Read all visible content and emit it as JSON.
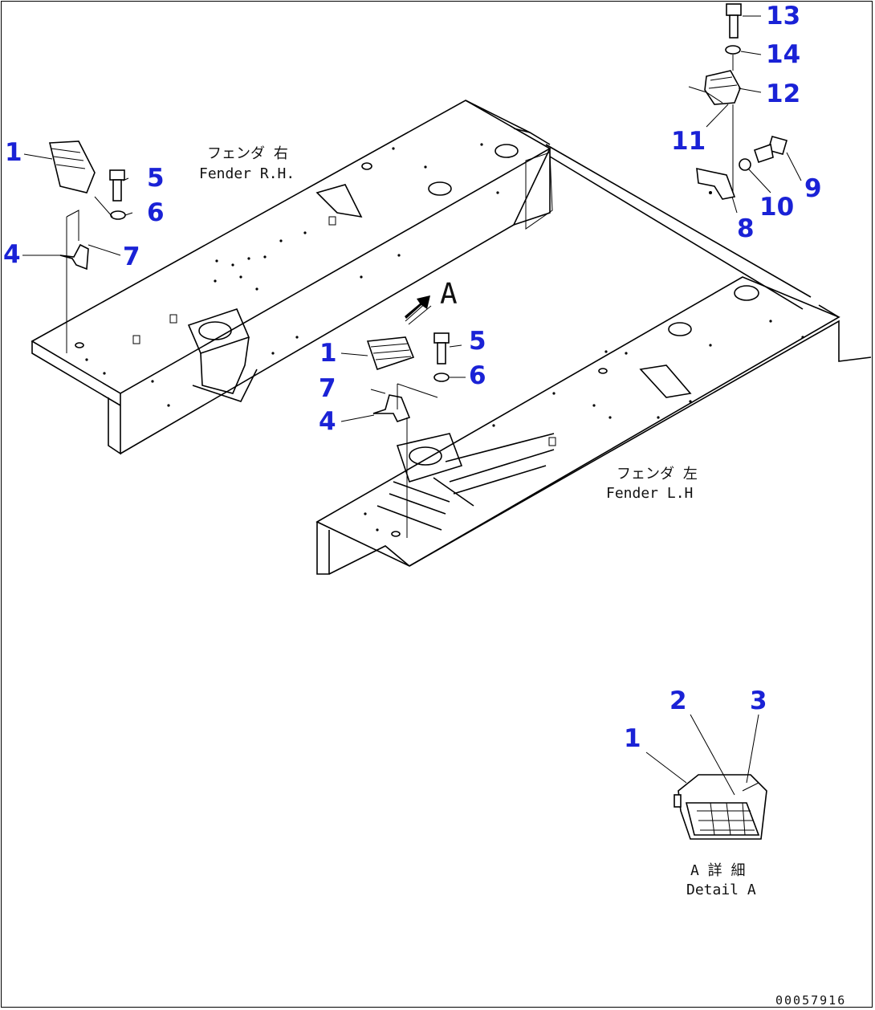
{
  "fender_rh": {
    "label_jp": "フェンダ 右",
    "label_en": "Fender R.H."
  },
  "fender_lh": {
    "label_jp": "フェンダ 左",
    "label_en": "Fender L.H"
  },
  "view_marker": "A",
  "detail": {
    "label_jp": "A 詳 細",
    "label_en": "Detail A"
  },
  "drawing_number": "00057916",
  "callouts": {
    "rh_1": "1",
    "rh_4": "4",
    "rh_5": "5",
    "rh_6": "6",
    "rh_7": "7",
    "lh_1": "1",
    "lh_4": "4",
    "lh_5": "5",
    "lh_6": "6",
    "lh_7": "7",
    "top_8": "8",
    "top_9": "9",
    "top_10": "10",
    "top_11": "11",
    "top_12": "12",
    "top_13": "13",
    "top_14": "14",
    "det_1": "1",
    "det_2": "2",
    "det_3": "3"
  }
}
